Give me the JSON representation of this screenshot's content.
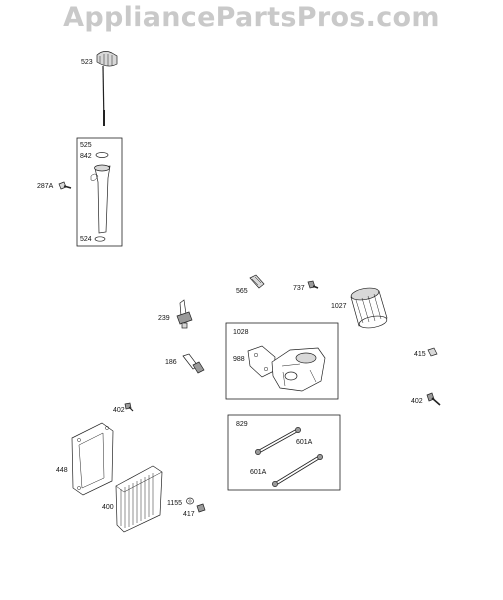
{
  "watermark": "AppliancePartsPros.com",
  "labels": {
    "p523": "523",
    "p525": "525",
    "p842": "842",
    "p287A": "287A",
    "p524": "524",
    "p565": "565",
    "p737": "737",
    "p1027": "1027",
    "p239": "239",
    "p1028": "1028",
    "p988": "988",
    "p415": "415",
    "p186": "186",
    "p402a": "402",
    "p402b": "402",
    "p829": "829",
    "p601Aa": "601A",
    "p601Ab": "601A",
    "p448": "448",
    "p400": "400",
    "p1155": "1155",
    "p417": "417"
  }
}
